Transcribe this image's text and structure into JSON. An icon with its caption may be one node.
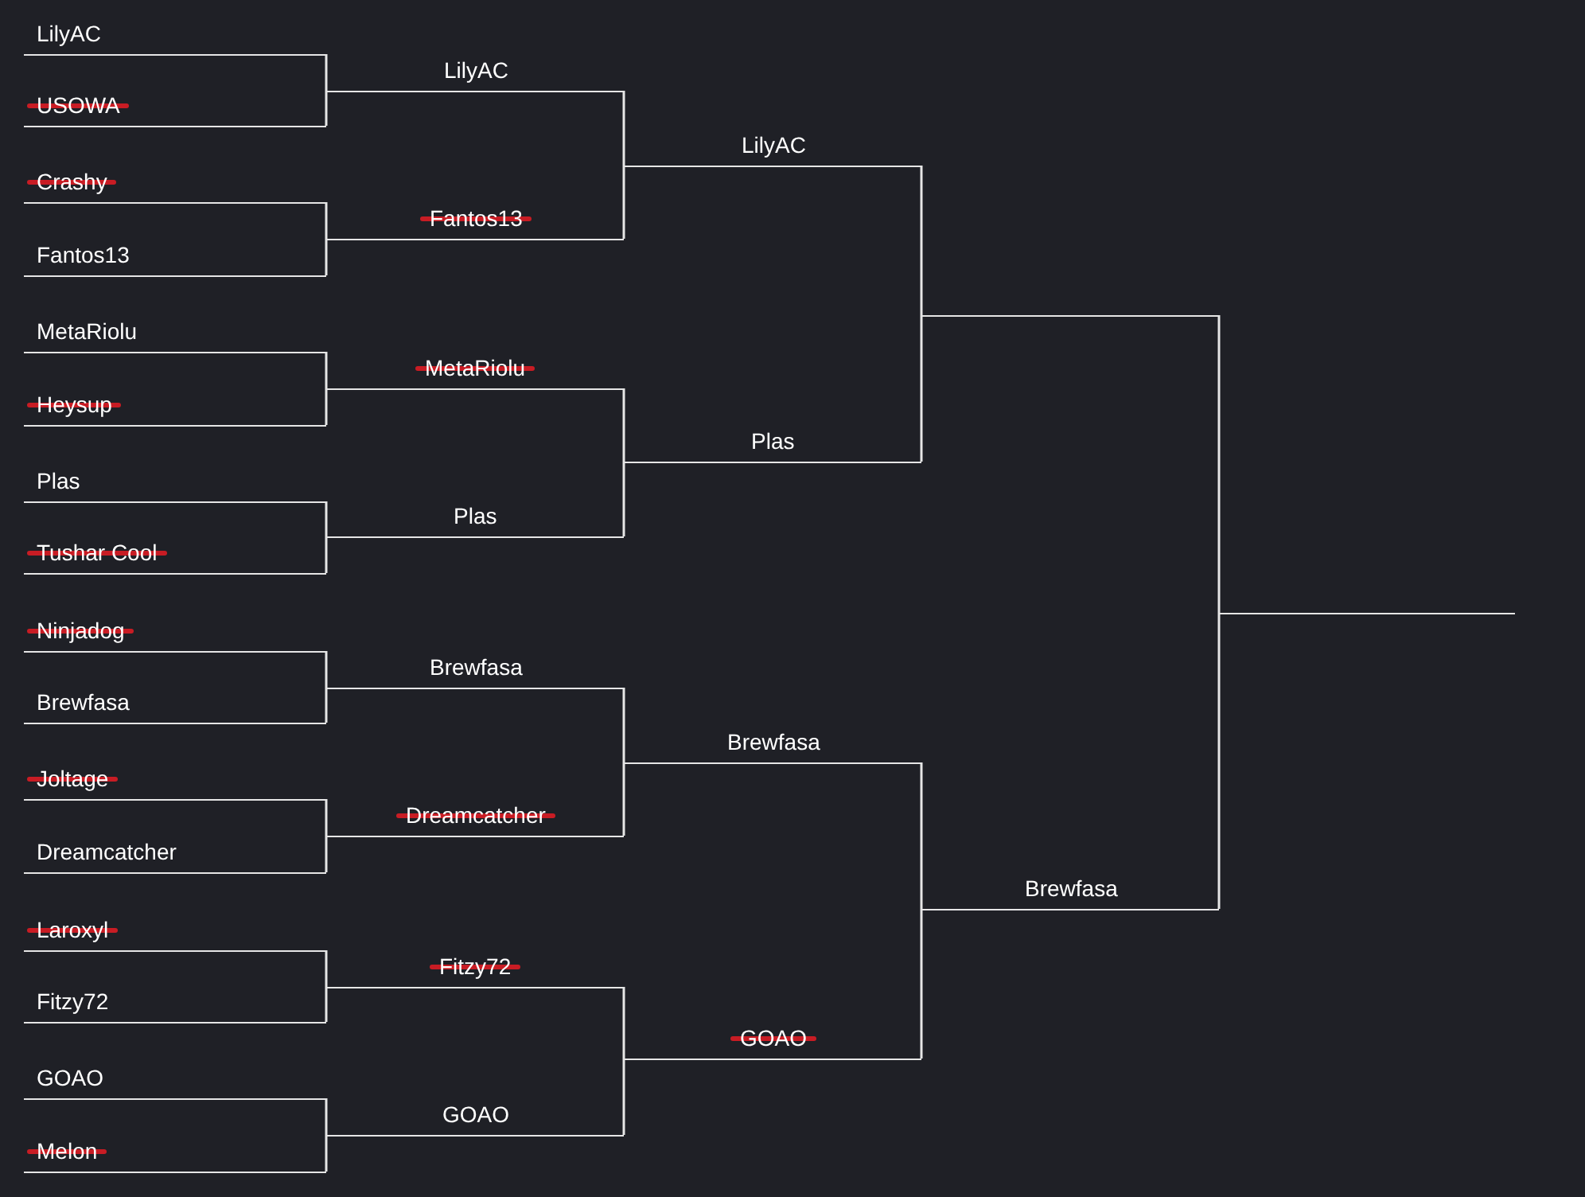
{
  "diagram": {
    "nodes": [
      {
        "text": [
          "LilyAC"
        ]
      },
      {
        "text": [
          "USOWA"
        ]
      },
      {
        "text": [
          "Crashy"
        ]
      },
      {
        "text": [
          "Fantos13"
        ]
      },
      {
        "text": [
          "MetaRiolu"
        ]
      },
      {
        "text": [
          "Heysup"
        ]
      },
      {
        "text": [
          "Plas"
        ]
      },
      {
        "text": [
          "Tushar Cool"
        ]
      },
      {
        "text": [
          "Ninjadog"
        ]
      },
      {
        "text": [
          "Brewfasa"
        ]
      },
      {
        "text": [
          "Joltage"
        ]
      },
      {
        "text": [
          "Dreamcatcher"
        ]
      },
      {
        "text": [
          "Laroxyl"
        ]
      },
      {
        "text": [
          "Fitzy72"
        ]
      },
      {
        "text": [
          "GOAO"
        ]
      },
      {
        "text": [
          "Melon"
        ]
      },
      {
        "text": [
          "LilyAC"
        ]
      },
      {
        "text": [
          "Fantos13"
        ]
      },
      {
        "text": [
          "MetaRiolu"
        ]
      },
      {
        "text": [
          "Plas"
        ]
      },
      {
        "text": [
          "Brewfasa"
        ]
      },
      {
        "text": [
          "Dreamcatcher"
        ]
      },
      {
        "text": [
          "Fitzy72"
        ]
      },
      {
        "text": [
          "GOAO"
        ]
      },
      {
        "text": [
          "LilyAC"
        ]
      },
      {
        "text": [
          "Plas"
        ]
      },
      {
        "text": [
          "Brewfasa"
        ]
      },
      {
        "text": [
          "GOAO"
        ]
      },
      {
        "text": [],
        "shape": "line"
      },
      {
        "text": [
          "Brewfasa"
        ]
      },
      {
        "text": [],
        "shape": "line"
      }
    ],
    "edges": [
      {
        "from": 0,
        "to": 16,
        "arrow": "none"
      },
      {
        "from": 1,
        "to": 16,
        "arrow": "none"
      },
      {
        "from": 2,
        "to": 17,
        "arrow": "none"
      },
      {
        "from": 3,
        "to": 17,
        "arrow": "none"
      },
      {
        "from": 4,
        "to": 18,
        "arrow": "none"
      },
      {
        "from": 5,
        "to": 18,
        "arrow": "none"
      },
      {
        "from": 6,
        "to": 19,
        "arrow": "none"
      },
      {
        "from": 7,
        "to": 19,
        "arrow": "none"
      },
      {
        "from": 8,
        "to": 20,
        "arrow": "none"
      },
      {
        "from": 9,
        "to": 20,
        "arrow": "none"
      },
      {
        "from": 10,
        "to": 21,
        "arrow": "none"
      },
      {
        "from": 11,
        "to": 21,
        "arrow": "none"
      },
      {
        "from": 12,
        "to": 22,
        "arrow": "none"
      },
      {
        "from": 13,
        "to": 22,
        "arrow": "none"
      },
      {
        "from": 14,
        "to": 23,
        "arrow": "none"
      },
      {
        "from": 15,
        "to": 23,
        "arrow": "none"
      },
      {
        "from": 16,
        "to": 24,
        "arrow": "none"
      },
      {
        "from": 17,
        "to": 24,
        "arrow": "none"
      },
      {
        "from": 18,
        "to": 25,
        "arrow": "none"
      },
      {
        "from": 19,
        "to": 25,
        "arrow": "none"
      },
      {
        "from": 20,
        "to": 26,
        "arrow": "none"
      },
      {
        "from": 21,
        "to": 26,
        "arrow": "none"
      },
      {
        "from": 22,
        "to": 27,
        "arrow": "none"
      },
      {
        "from": 23,
        "to": 27,
        "arrow": "none"
      },
      {
        "from": 24,
        "to": 28,
        "arrow": "none"
      },
      {
        "from": 25,
        "to": 28,
        "arrow": "none"
      },
      {
        "from": 26,
        "to": 29,
        "arrow": "none"
      },
      {
        "from": 27,
        "to": 29,
        "arrow": "none"
      },
      {
        "from": 28,
        "to": 30,
        "arrow": "none"
      },
      {
        "from": 29,
        "to": 30,
        "arrow": "none"
      }
    ]
  }
}
